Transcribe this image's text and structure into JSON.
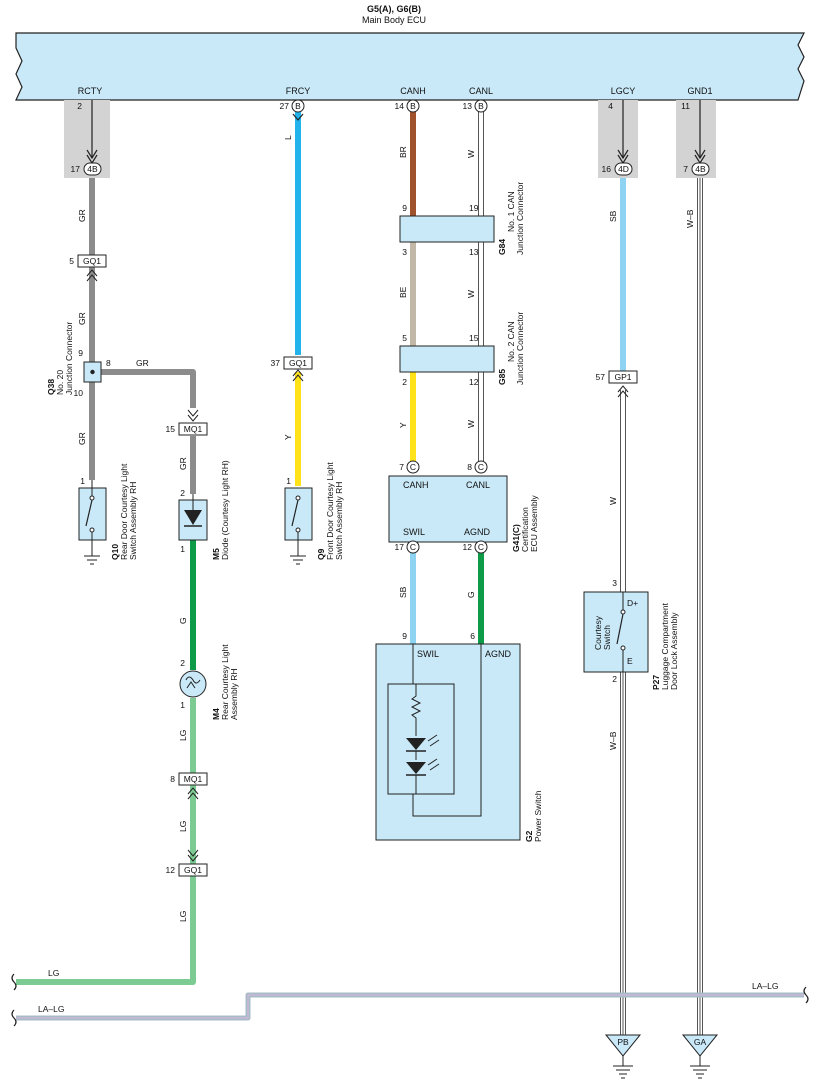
{
  "colors": {
    "ecu_fill": "#c9e9f8",
    "GR": "#8c8c8c",
    "L": "#22b2ec",
    "BR": "#a0522d",
    "W": "#ffffff",
    "BE": "#c2b8a8",
    "Y": "#ffe21a",
    "SB": "#8fd3f2",
    "G": "#0e9b48",
    "LG": "#7ccb93",
    "W-B": "#ffffff"
  },
  "ecu": {
    "title": "G5(A), G6(B)",
    "subtitle": "Main Body ECU",
    "terminals": [
      "RCTY",
      "FRCY",
      "CANH",
      "CANL",
      "LGCY",
      "GND1"
    ]
  },
  "pins": {
    "rcty_top": "2",
    "rcty_jc": "17",
    "rcty_jc_code": "4B",
    "frcy_top": "27",
    "frcy_code": "B",
    "canh_top": "14",
    "canh_code": "B",
    "canl_top": "13",
    "canl_code": "B",
    "lgcy_top": "4",
    "lgcy_jc": "16",
    "lgcy_jc_code": "4D",
    "gnd1_top": "11",
    "gnd1_jc": "7",
    "gnd1_jc_code": "4B",
    "gq1_a": "5",
    "gq1_a_code": "GQ1",
    "gq1_b": "37",
    "gq1_b_code": "GQ1",
    "gq1_c": "12",
    "gq1_c_code": "GQ1",
    "mq1_a": "15",
    "mq1_a_code": "MQ1",
    "mq1_b": "8",
    "mq1_b_code": "MQ1",
    "gp1": "57",
    "gp1_code": "GP1",
    "q38_9": "9",
    "q38_8": "8",
    "q38_10": "10",
    "g84_9": "9",
    "g84_19": "19",
    "g84_3": "3",
    "g84_13": "13",
    "g85_5": "5",
    "g85_15": "15",
    "g85_2": "2",
    "g85_12": "12",
    "q10_1": "1",
    "m5_2": "2",
    "m5_1": "1",
    "q9_1": "1",
    "m4_2": "2",
    "m4_1": "1",
    "g41_7": "7",
    "g41_8": "8",
    "g41_17": "17",
    "g41_12": "12",
    "g41_code": "C",
    "g2_9": "9",
    "g2_6": "6",
    "p27_3": "3",
    "p27_2": "2"
  },
  "wires": {
    "rcty_1": "GR",
    "rcty_2": "GR",
    "rcty_3": "GR",
    "rcty_branch": "GR",
    "m5_in": "GR",
    "frcy_1": "L",
    "frcy_2": "Y",
    "canh_1": "BR",
    "canh_2": "BE",
    "canh_3": "Y",
    "canl_1": "W",
    "canl_2": "W",
    "canl_3": "W",
    "swil": "SB",
    "agnd": "G",
    "lgcy_1": "SB",
    "lgcy_2": "W",
    "lgcy_3": "W–B",
    "gnd1": "W–B",
    "m4_1": "G",
    "m4_2": "LG",
    "m4_3": "LG",
    "m4_4": "LG",
    "bottom_1": "LG",
    "bottom_2": "LA–LG",
    "bottom_3": "LA–LG"
  },
  "components": {
    "q38": {
      "code": "Q38",
      "name": "No. 20\nJunction Connector"
    },
    "q10": {
      "code": "Q10",
      "name": "Rear Door Courtesy Light\nSwitch Assembly RH"
    },
    "m5": {
      "code": "M5",
      "name": "Diode (Courtesy Light RH)"
    },
    "q9": {
      "code": "Q9",
      "name": "Front Door Courtesy Light\nSwitch Assembly RH"
    },
    "g84": {
      "code": "G84",
      "name": "No. 1 CAN\nJunction Connector"
    },
    "g85": {
      "code": "G85",
      "name": "No. 2 CAN\nJunction Connector"
    },
    "g41": {
      "code": "G41(C)",
      "name": "Certification\nECU Assembly",
      "pins": [
        "CANH",
        "CANL",
        "SWIL",
        "AGND"
      ]
    },
    "g2": {
      "code": "G2",
      "name": "Power Switch",
      "pins": [
        "SWIL",
        "AGND"
      ]
    },
    "m4": {
      "code": "M4",
      "name": "Rear Courtesy Light\nAssembly RH"
    },
    "p27": {
      "code": "P27",
      "name": "Luggage Compartment\nDoor Lock Assembly",
      "switch": "Courtesy\nSwitch",
      "pins": [
        "D+",
        "E"
      ]
    }
  },
  "grounds": [
    "PB",
    "GA"
  ]
}
